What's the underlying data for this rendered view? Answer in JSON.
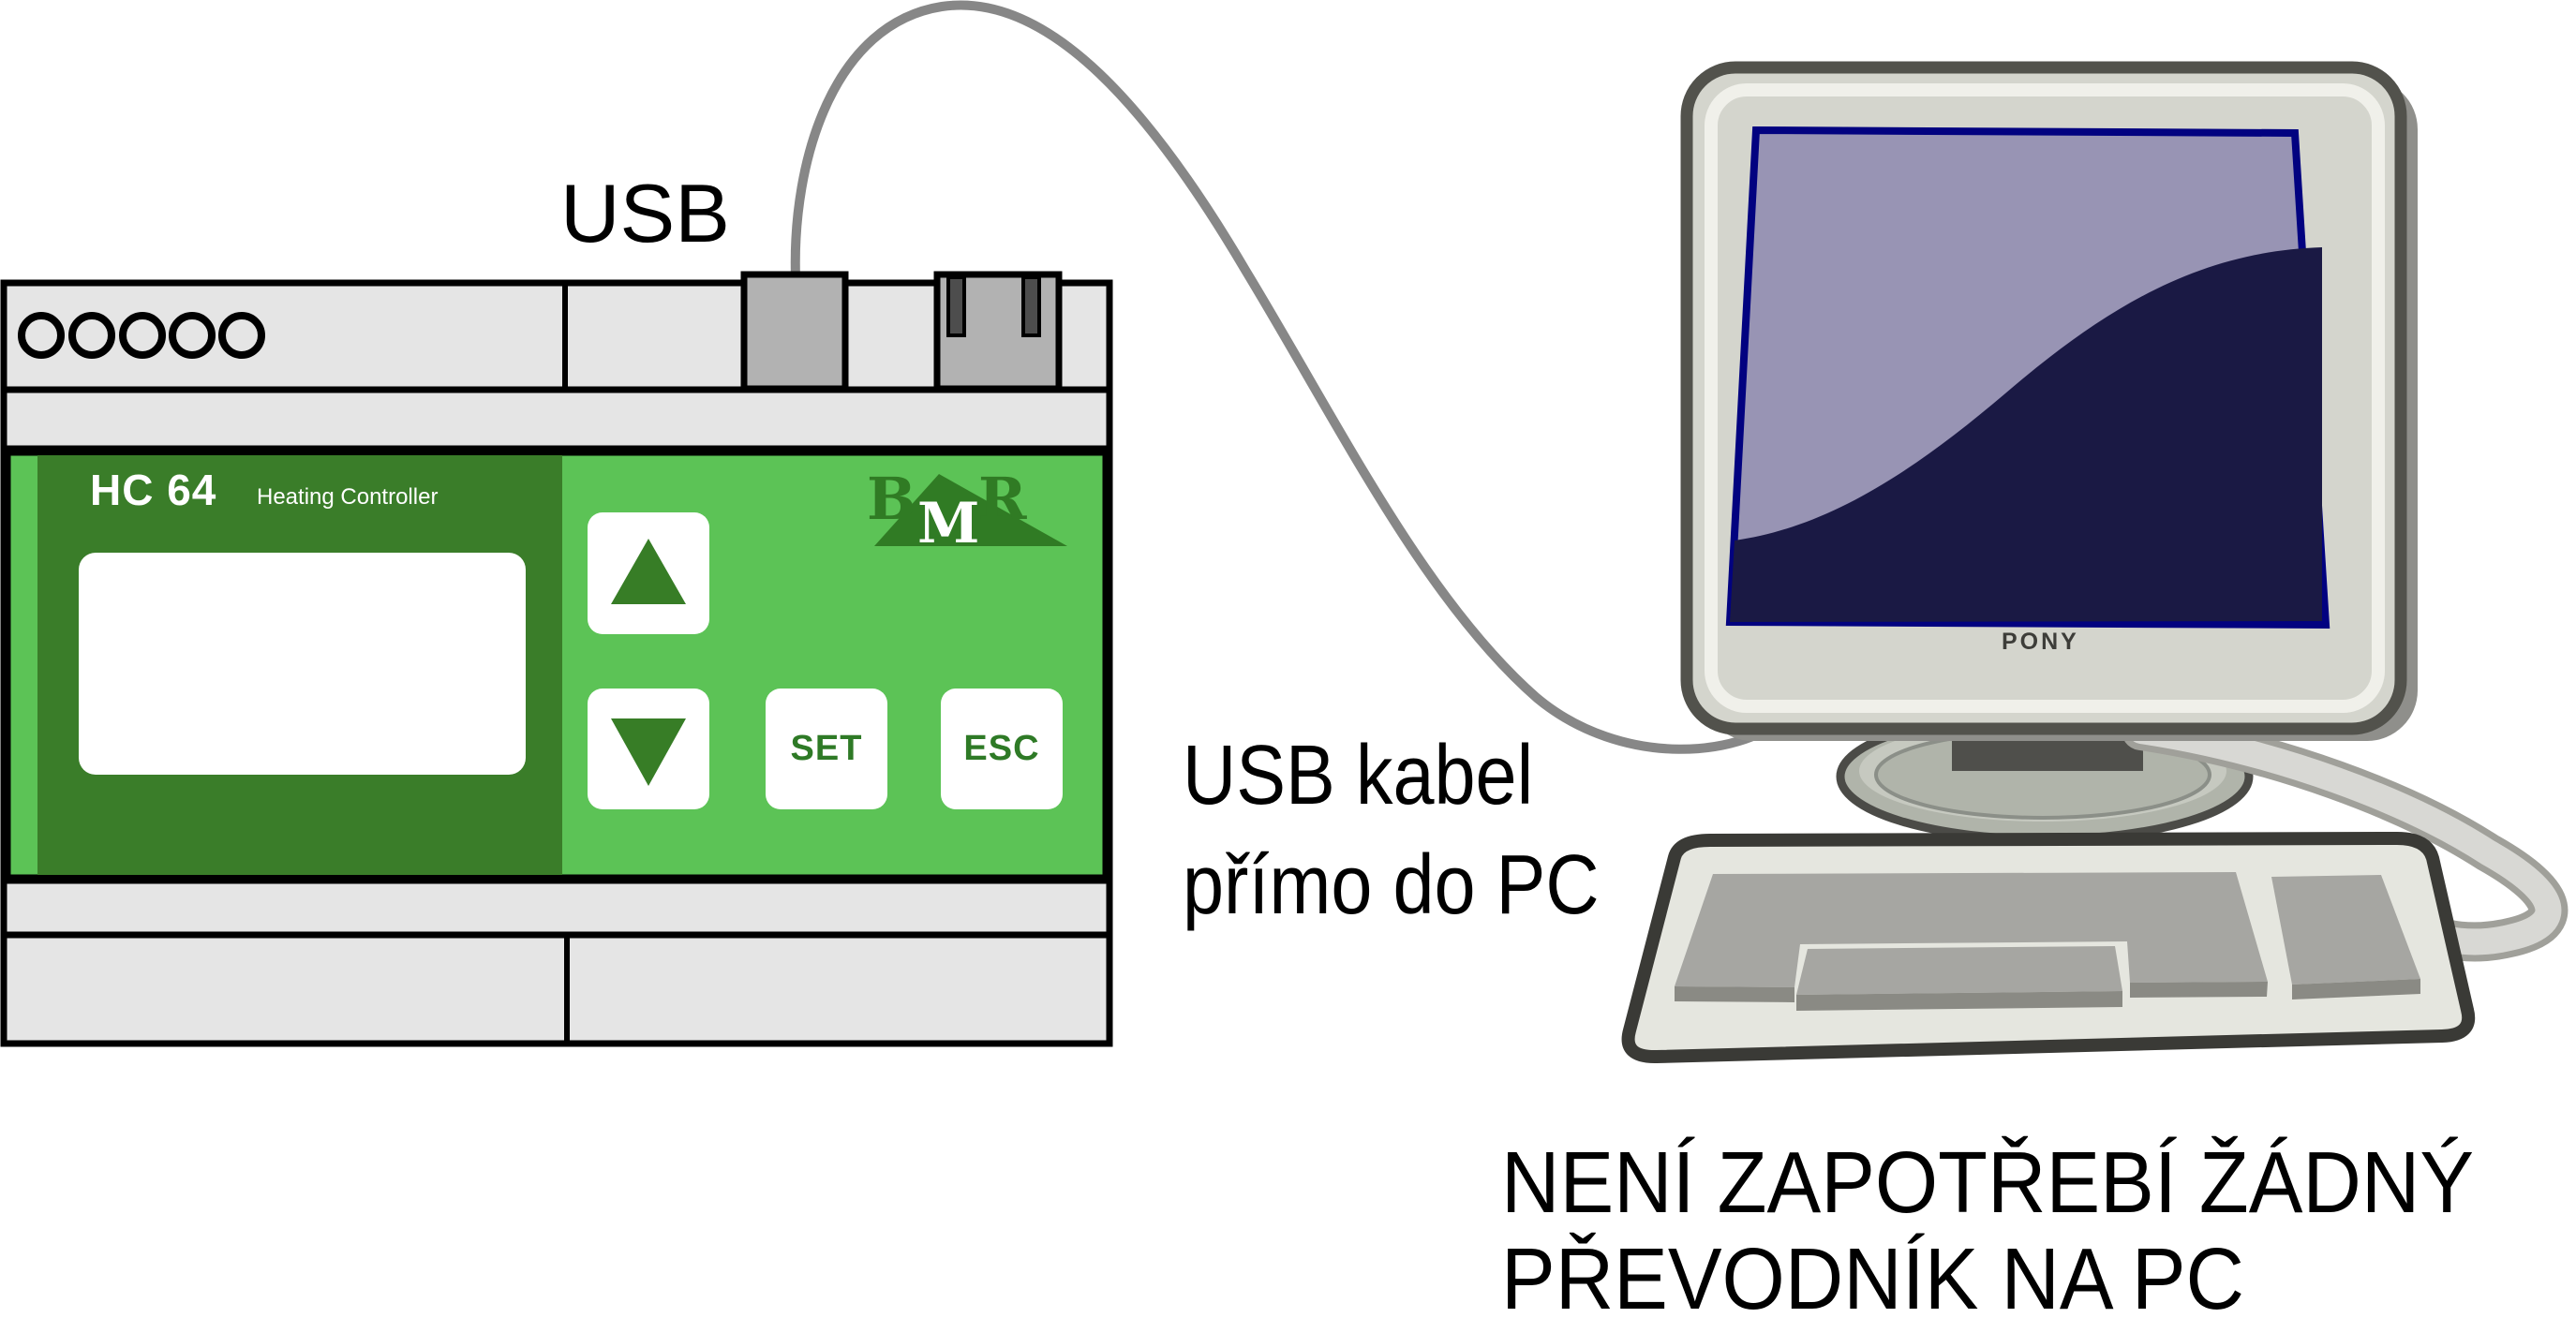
{
  "device": {
    "model": "HC 64",
    "subtitle": "Heating Controller",
    "vent_holes": 5,
    "logo": {
      "b": "B",
      "m": "M",
      "r": "R"
    },
    "buttons": {
      "set": "SET",
      "esc": "ESC"
    }
  },
  "monitor": {
    "brand": "PONY"
  },
  "labels": {
    "usb_port": "USB",
    "usb_cable_caption": "USB kabel\npřímo do PC",
    "no_converter_caption": "NENÍ ZAPOTŘEBÍ ŽÁDNÝ\nPŘEVODNÍK NA PC"
  },
  "colors": {
    "panel_light_green": "#5cc356",
    "panel_dark_green": "#3a7d29",
    "accent_green": "#307b24",
    "device_gray": "#e5e5e5",
    "connector_gray": "#b2b2b2",
    "cable_gray": "#878787",
    "screen_lavender": "#9894b4",
    "screen_navy": "#1a1944",
    "screen_border_blue": "#020280",
    "monitor_body": "#d4d5cd",
    "keyboard_body": "#e5e6df",
    "keyboard_key_gray": "#a6a6a2"
  }
}
